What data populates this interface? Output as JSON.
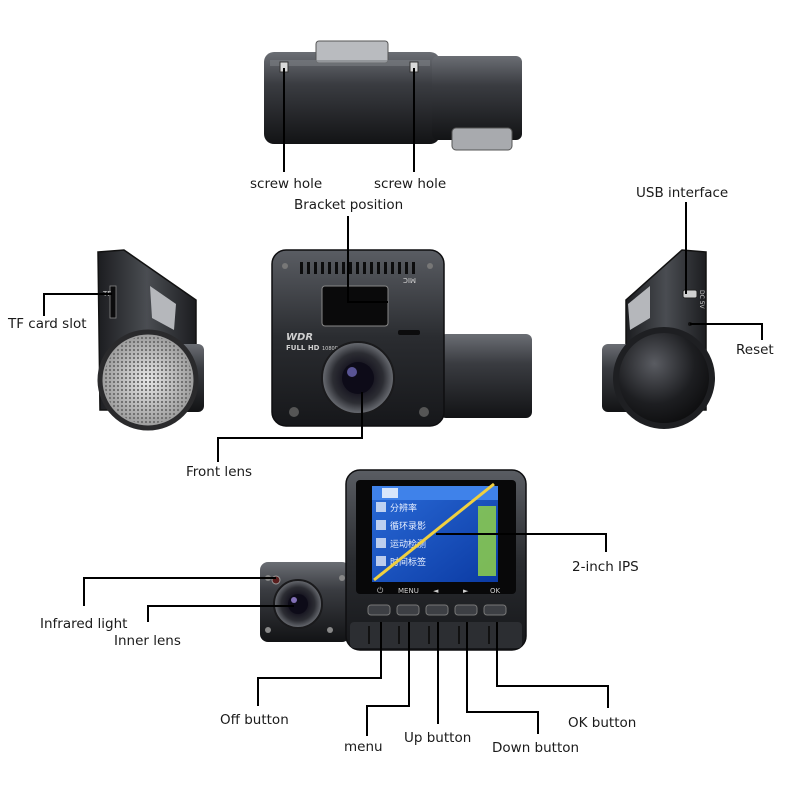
{
  "labels": {
    "screw_hole_left": "screw hole",
    "screw_hole_right": "screw hole",
    "bracket_position": "Bracket position",
    "usb_interface": "USB interface",
    "tf_card_slot": "TF card slot",
    "reset": "Reset",
    "front_lens": "Front lens",
    "two_inch_ips": "2-inch IPS",
    "infrared_light": "Infrared light",
    "inner_lens": "Inner lens",
    "off_button": "Off button",
    "menu": "menu",
    "up_button": "Up button",
    "down_button": "Down button",
    "ok_button": "OK button"
  },
  "device_markings": {
    "wdr": "WDR",
    "full_hd": "FULL HD",
    "resolution": "1080P",
    "mic": "MIC",
    "tf": "TF",
    "dc": "DC 5V"
  },
  "screen_menu": [
    "分辨率",
    "循环录影",
    "运动检测",
    "时间标签"
  ],
  "button_bar": [
    "⏻",
    "MENU",
    "◄",
    "►",
    "OK"
  ]
}
